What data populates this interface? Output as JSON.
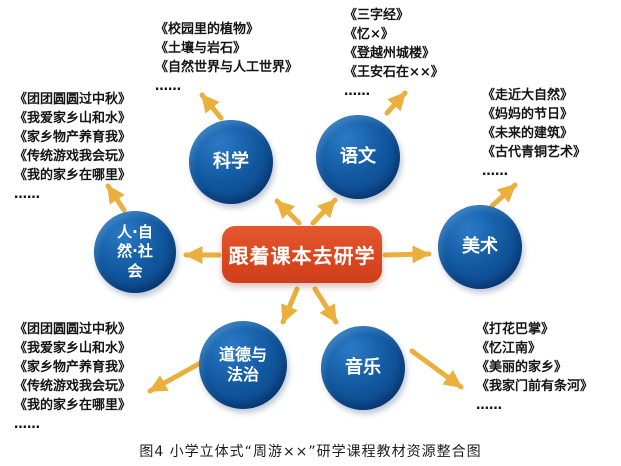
{
  "caption": "图4  小学立体式“周游××”研学课程教材资源整合图",
  "center": {
    "label": "跟着课本去研学",
    "color": "#d94620"
  },
  "colors": {
    "node_blue": "#0d4f96",
    "arrow_gold": "#eaaf3d",
    "center_red": "#d94620"
  },
  "nodes": {
    "science": {
      "label": "科学"
    },
    "chinese": {
      "label": "语文"
    },
    "art": {
      "label": "美术"
    },
    "music": {
      "label": "音乐"
    },
    "morality": {
      "label": "道德与\n法治"
    },
    "society": {
      "label": "人·自\n然·社\n会"
    }
  },
  "lists": {
    "science": [
      "《校园里的植物》",
      "《土壤与岩石》",
      "《自然世界与人工世界》",
      "……"
    ],
    "chinese": [
      "《三字经》",
      "《忆×》",
      "《登越州城楼》",
      "《王安石在××》",
      "……"
    ],
    "art": [
      "《走近大自然》",
      "《妈妈的节日》",
      "《未来的建筑》",
      "《古代青铜艺术》",
      "……"
    ],
    "society": [
      "《团团圆圆过中秋》",
      "《我爱家乡山和水》",
      "《家乡物产养育我》",
      "《传统游戏我会玩》",
      "《我的家乡在哪里》",
      "……"
    ],
    "morality": [
      "《团团圆圆过中秋》",
      "《我爱家乡山和水》",
      "《家乡物产养育我》",
      "《传统游戏我会玩》",
      "《我的家乡在哪里》",
      "……"
    ],
    "music": [
      "《打花巴掌》",
      "《忆江南》",
      "《美丽的家乡》",
      "《我家门前有条河》",
      "……"
    ]
  }
}
